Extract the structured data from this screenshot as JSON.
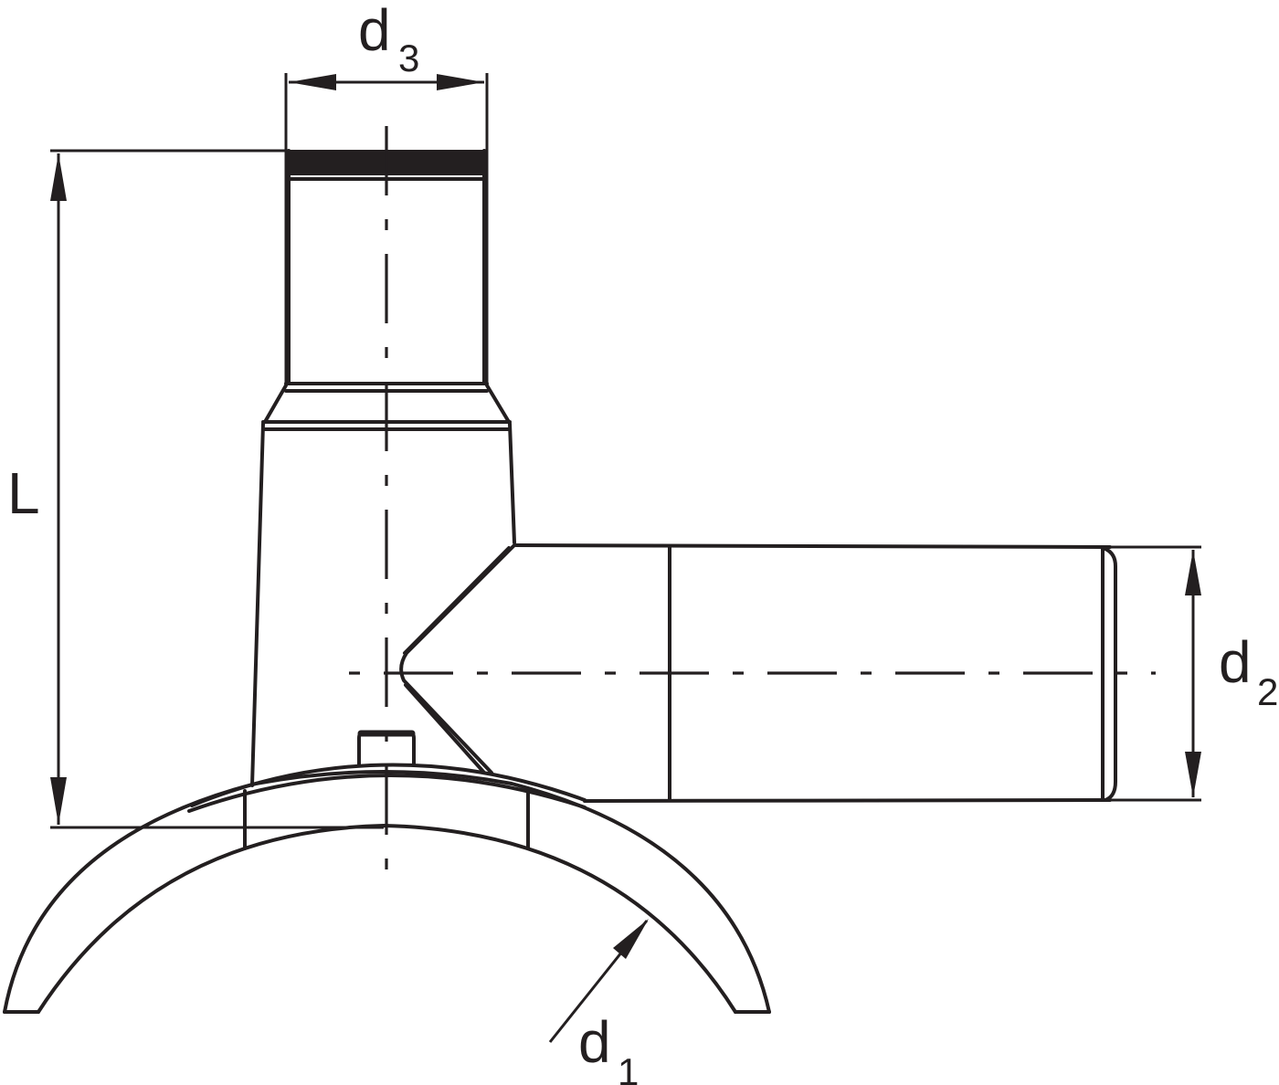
{
  "drawing": {
    "title": "Saddle tapping tee dimension drawing",
    "line_color": "#231f20",
    "background": "#ffffff"
  },
  "dimensions": {
    "d3": {
      "letter": "d",
      "subscript": "3",
      "meaning": "spigot outlet diameter"
    },
    "d2": {
      "letter": "d",
      "subscript": "2",
      "meaning": "branch outlet diameter"
    },
    "d1": {
      "letter": "d",
      "subscript": "1",
      "meaning": "main pipe diameter"
    },
    "L": {
      "letter": "L",
      "meaning": "overall height"
    }
  }
}
